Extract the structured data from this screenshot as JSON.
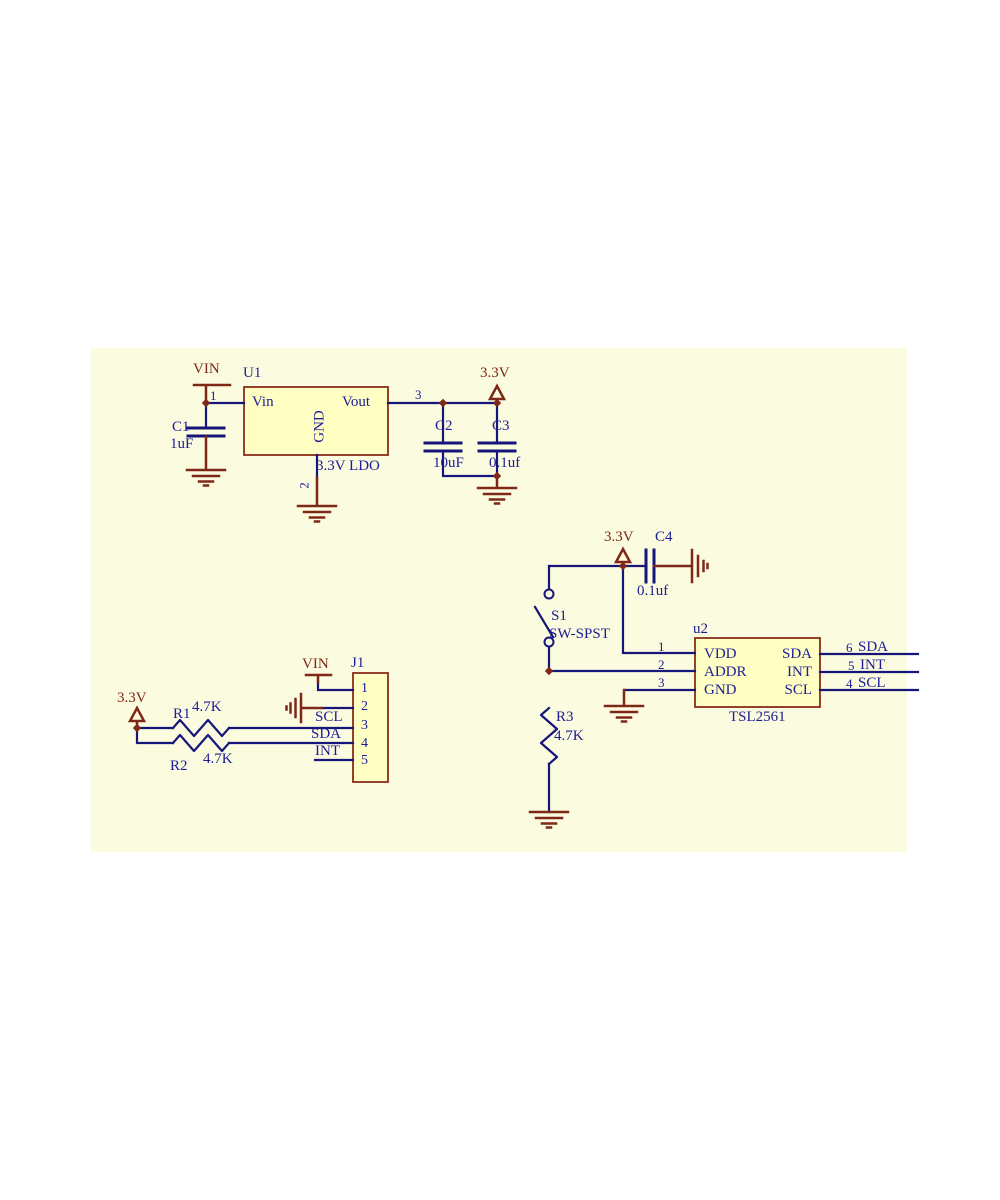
{
  "colors": {
    "page_background": "#ffffff",
    "canvas_background": "#fbfbe0",
    "wire_blue": "#15157a",
    "text_blue": "#1c1c96",
    "power_red": "#7e2817",
    "component_fill": "#ffffc4",
    "component_border": "#8a2c1a"
  },
  "power_nets": {
    "vin_label": "VIN",
    "v33_label": "3.3V"
  },
  "regulator_section": {
    "u1": {
      "ref": "U1",
      "description": "3.3V LDO",
      "pin_in_name": "Vin",
      "pin_out_name": "Vout",
      "pin_gnd_name": "GND",
      "pin_in_num": "1",
      "pin_gnd_num": "2",
      "pin_out_num": "3"
    },
    "c1": {
      "ref": "C1",
      "value": "1uF"
    },
    "c2": {
      "ref": "C2",
      "value": "10uF"
    },
    "c3": {
      "ref": "C3",
      "value": "0.1uf"
    }
  },
  "sensor_section": {
    "c4": {
      "ref": "C4",
      "value": "0.1uf"
    },
    "s1": {
      "ref": "S1",
      "value": "SW-SPST"
    },
    "r3": {
      "ref": "R3",
      "value": "4.7K"
    },
    "u2": {
      "ref": "u2",
      "part": "TSL2561",
      "left_pins": [
        {
          "num": "1",
          "name": "VDD"
        },
        {
          "num": "2",
          "name": "ADDR"
        },
        {
          "num": "3",
          "name": "GND"
        }
      ],
      "right_pins": [
        {
          "num": "6",
          "name": "SDA"
        },
        {
          "num": "5",
          "name": "INT"
        },
        {
          "num": "4",
          "name": "SCL"
        }
      ]
    }
  },
  "connector_section": {
    "j1": {
      "ref": "J1",
      "pin_numbers": [
        "1",
        "2",
        "3",
        "4",
        "5"
      ]
    },
    "r1": {
      "ref": "R1",
      "value": "4.7K"
    },
    "r2": {
      "ref": "R2",
      "value": "4.7K"
    },
    "net_labels": {
      "scl": "SCL",
      "sda": "SDA",
      "int": "INT"
    }
  }
}
